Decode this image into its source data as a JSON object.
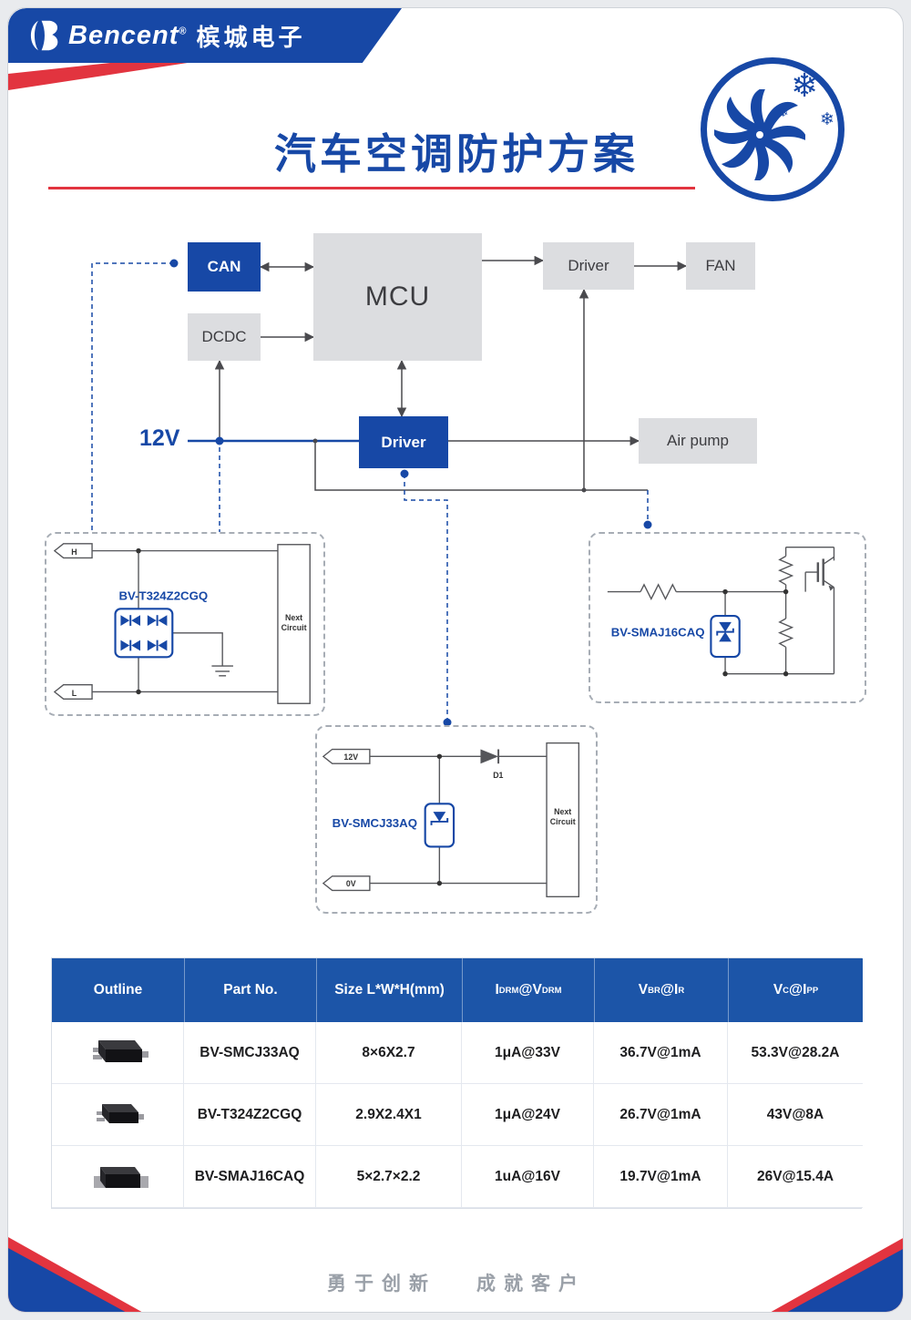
{
  "colors": {
    "brand_blue": "#1748a6",
    "accent_red": "#e2343f",
    "box_gray": "#dcdde0",
    "table_header_blue": "#1c55a8"
  },
  "header": {
    "logo_text": "Bencent",
    "logo_reg": "®",
    "logo_cn": "槟城电子",
    "title": "汽车空调防护方案"
  },
  "badge": {
    "snowflake": "❄"
  },
  "diagram": {
    "can": "CAN",
    "mcu": "MCU",
    "driver_top": "Driver",
    "fan": "FAN",
    "dcdc": "DCDC",
    "driver_bottom": "Driver",
    "air_pump": "Air pump",
    "v12": "12V"
  },
  "circuits": {
    "left": {
      "part": "BV-T324Z2CGQ",
      "terminal_top": "H",
      "terminal_bottom": "L",
      "next_l1": "Next",
      "next_l2": "Circuit"
    },
    "right": {
      "part": "BV-SMAJ16CAQ"
    },
    "bottom": {
      "part": "BV-SMCJ33AQ",
      "terminal_top": "12V",
      "terminal_bottom": "0V",
      "diode": "D1",
      "next_l1": "Next",
      "next_l2": "Circuit"
    }
  },
  "table": {
    "headers": {
      "outline": "Outline",
      "part_no": "Part No.",
      "size": "Size L*W*H(mm)",
      "idrm": {
        "a": "I",
        "a_sub": "DRM",
        "at": "@",
        "b": "V",
        "b_sub": "DRM"
      },
      "vbr": {
        "a": "V",
        "a_sub": "BR",
        "at": "@",
        "b": "I",
        "b_sub": "R"
      },
      "vc": {
        "a": "V",
        "a_sub": "C",
        "at": "@",
        "b": "I",
        "b_sub": "PP"
      }
    },
    "rows": [
      {
        "part": "BV-SMCJ33AQ",
        "size": "8×6X2.7",
        "idrm": "1μA@33V",
        "vbr": "36.7V@1mA",
        "vc": "53.3V@28.2A"
      },
      {
        "part": "BV-T324Z2CGQ",
        "size": "2.9X2.4X1",
        "idrm": "1μA@24V",
        "vbr": "26.7V@1mA",
        "vc": "43V@8A"
      },
      {
        "part": "BV-SMAJ16CAQ",
        "size": "5×2.7×2.2",
        "idrm": "1uA@16V",
        "vbr": "19.7V@1mA",
        "vc": "26V@15.4A"
      }
    ]
  },
  "footer": {
    "slogan_left": "勇于创新",
    "slogan_right": "成就客户"
  }
}
